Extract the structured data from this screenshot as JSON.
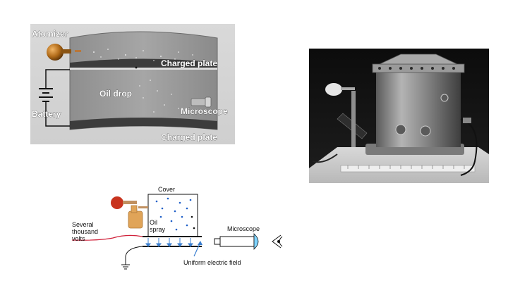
{
  "top_diagram": {
    "labels": {
      "atomizer": "Atomizer",
      "charged_plate_top": "Charged plate",
      "oil_drop": "Oil drop",
      "battery": "Battery",
      "microscope": "Microscope",
      "charged_plate_bottom": "Charged plate"
    }
  },
  "bottom_diagram": {
    "labels": {
      "cover": "Cover",
      "oil_spray_line1": "Oil",
      "oil_spray_line2": "spray",
      "several_line1": "Several",
      "several_line2": "thousand",
      "several_line3": "volts",
      "microscope": "Microscope",
      "uniform_field": "Uniform electric field"
    }
  },
  "colors": {
    "chamber_gray": "#9a9a9a",
    "plate_dark": "#3c3c3c",
    "atomizer_bulb": "#b06a18",
    "wire_red": "#d0213a",
    "arrow_blue": "#3a7fd0",
    "spray_blue": "#1f5fc8",
    "bulb_red": "#c8331e",
    "nozzle_tan": "#e0a458"
  }
}
